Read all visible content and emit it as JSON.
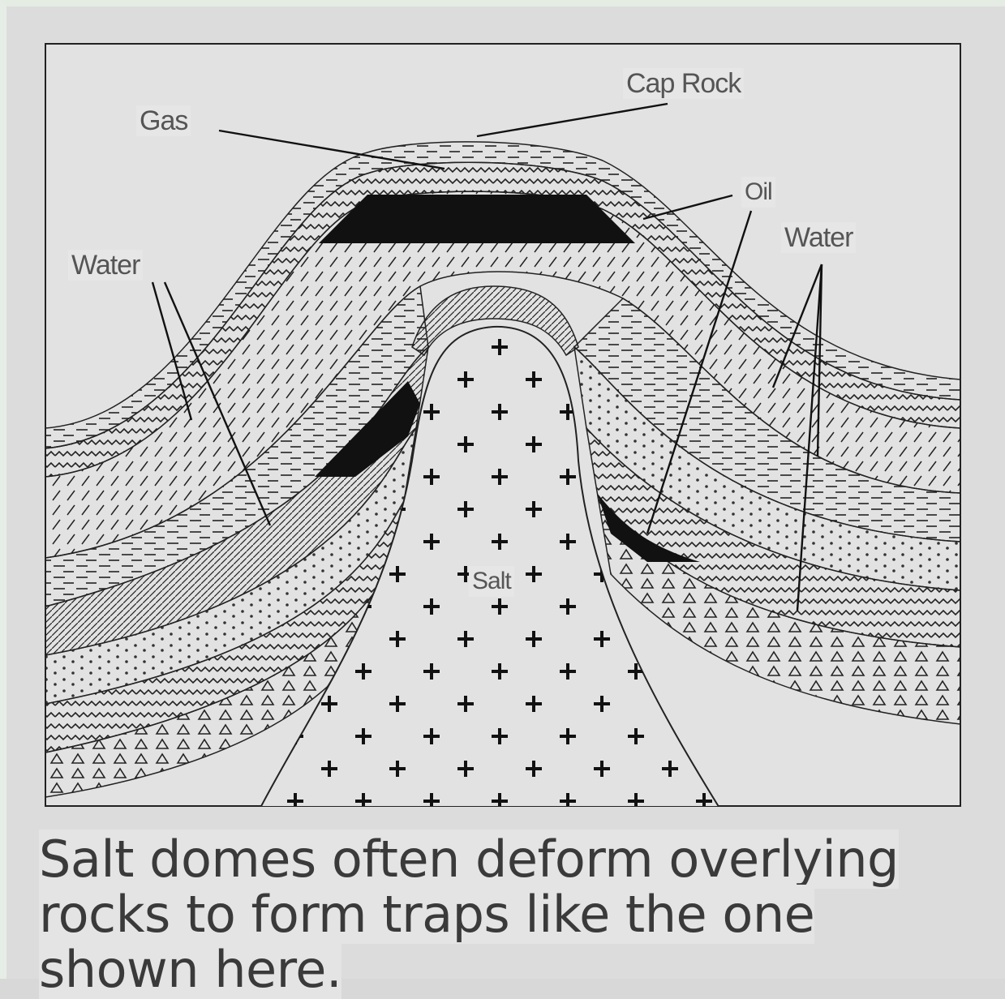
{
  "labels": {
    "cap_rock": "Cap Rock",
    "gas": "Gas",
    "oil": "Oil",
    "water_left": "Water",
    "water_right": "Water",
    "salt": "Salt"
  },
  "caption": {
    "line1": "Salt domes often deform overlying",
    "line2": "rocks to form traps like the one",
    "line3": "shown here."
  },
  "colors": {
    "background": "#dcdcdc",
    "ink": "#111111",
    "oil_fill": "#111111"
  }
}
